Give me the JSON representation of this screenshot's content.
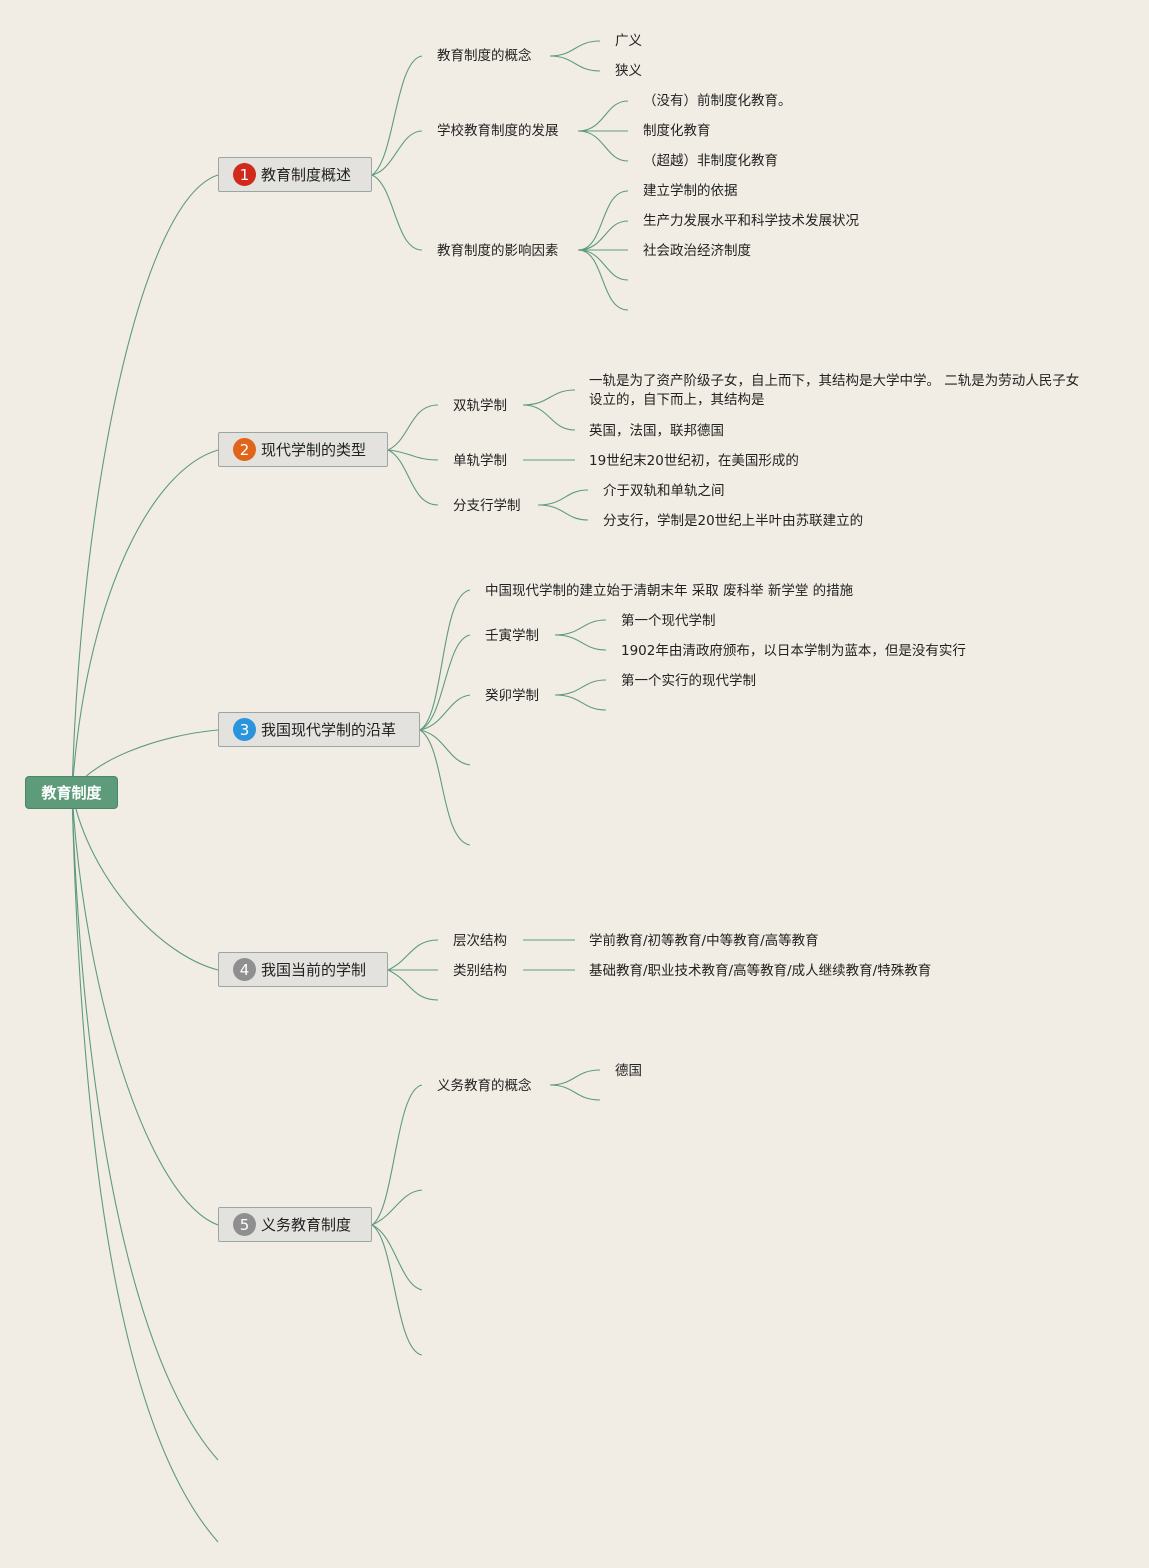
{
  "root": {
    "label": "教育制度"
  },
  "badge_colors": {
    "b1": "#cf2a1b",
    "b2": "#e0651a",
    "b3": "#2a95dd",
    "b4": "#8f8f8f",
    "b5": "#8f8f8f"
  },
  "link_color": "#5e9a80",
  "branches": [
    {
      "num": "1",
      "label": "教育制度概述",
      "children": [
        {
          "label": "教育制度的概念",
          "children": [
            "广义",
            "狭义"
          ]
        },
        {
          "label": "学校教育制度的发展",
          "children": [
            "（没有）前制度化教育。",
            "制度化教育",
            "（超越）非制度化教育"
          ]
        },
        {
          "label": "教育制度的影响因素",
          "children": [
            "建立学制的依据",
            "生产力发展水平和科学技术发展状况",
            "社会政治经济制度"
          ]
        }
      ]
    },
    {
      "num": "2",
      "label": "现代学制的类型",
      "children": [
        {
          "label": "双轨学制",
          "children": [
            "一轨是为了资产阶级子女，自上而下，其结构是大学中学。 二轨是为劳动人民子女设立的，自下而上，其结构是",
            "英国，法国，联邦德国"
          ]
        },
        {
          "label": "单轨学制",
          "children": [
            "19世纪末20世纪初，在美国形成的"
          ]
        },
        {
          "label": "分支行学制",
          "children": [
            "介于双轨和单轨之间",
            "分支行，学制是20世纪上半叶由苏联建立的"
          ]
        }
      ]
    },
    {
      "num": "3",
      "label": "我国现代学制的沿革",
      "children": [
        {
          "label": "中国现代学制的建立始于清朝末年 采取 废科举 新学堂 的措施"
        },
        {
          "label": "壬寅学制",
          "children": [
            "第一个现代学制",
            "1902年由清政府颁布，以日本学制为蓝本，但是没有实行"
          ]
        },
        {
          "label": "癸卯学制",
          "children": [
            "第一个实行的现代学制"
          ]
        }
      ]
    },
    {
      "num": "4",
      "label": "我国当前的学制",
      "children": [
        {
          "label": "层次结构",
          "children": [
            "学前教育/初等教育/中等教育/高等教育"
          ]
        },
        {
          "label": "类别结构",
          "children": [
            "基础教育/职业技术教育/高等教育/成人继续教育/特殊教育"
          ]
        }
      ]
    },
    {
      "num": "5",
      "label": "义务教育制度",
      "children": [
        {
          "label": "义务教育的概念",
          "children": [
            "德国"
          ]
        }
      ]
    }
  ]
}
